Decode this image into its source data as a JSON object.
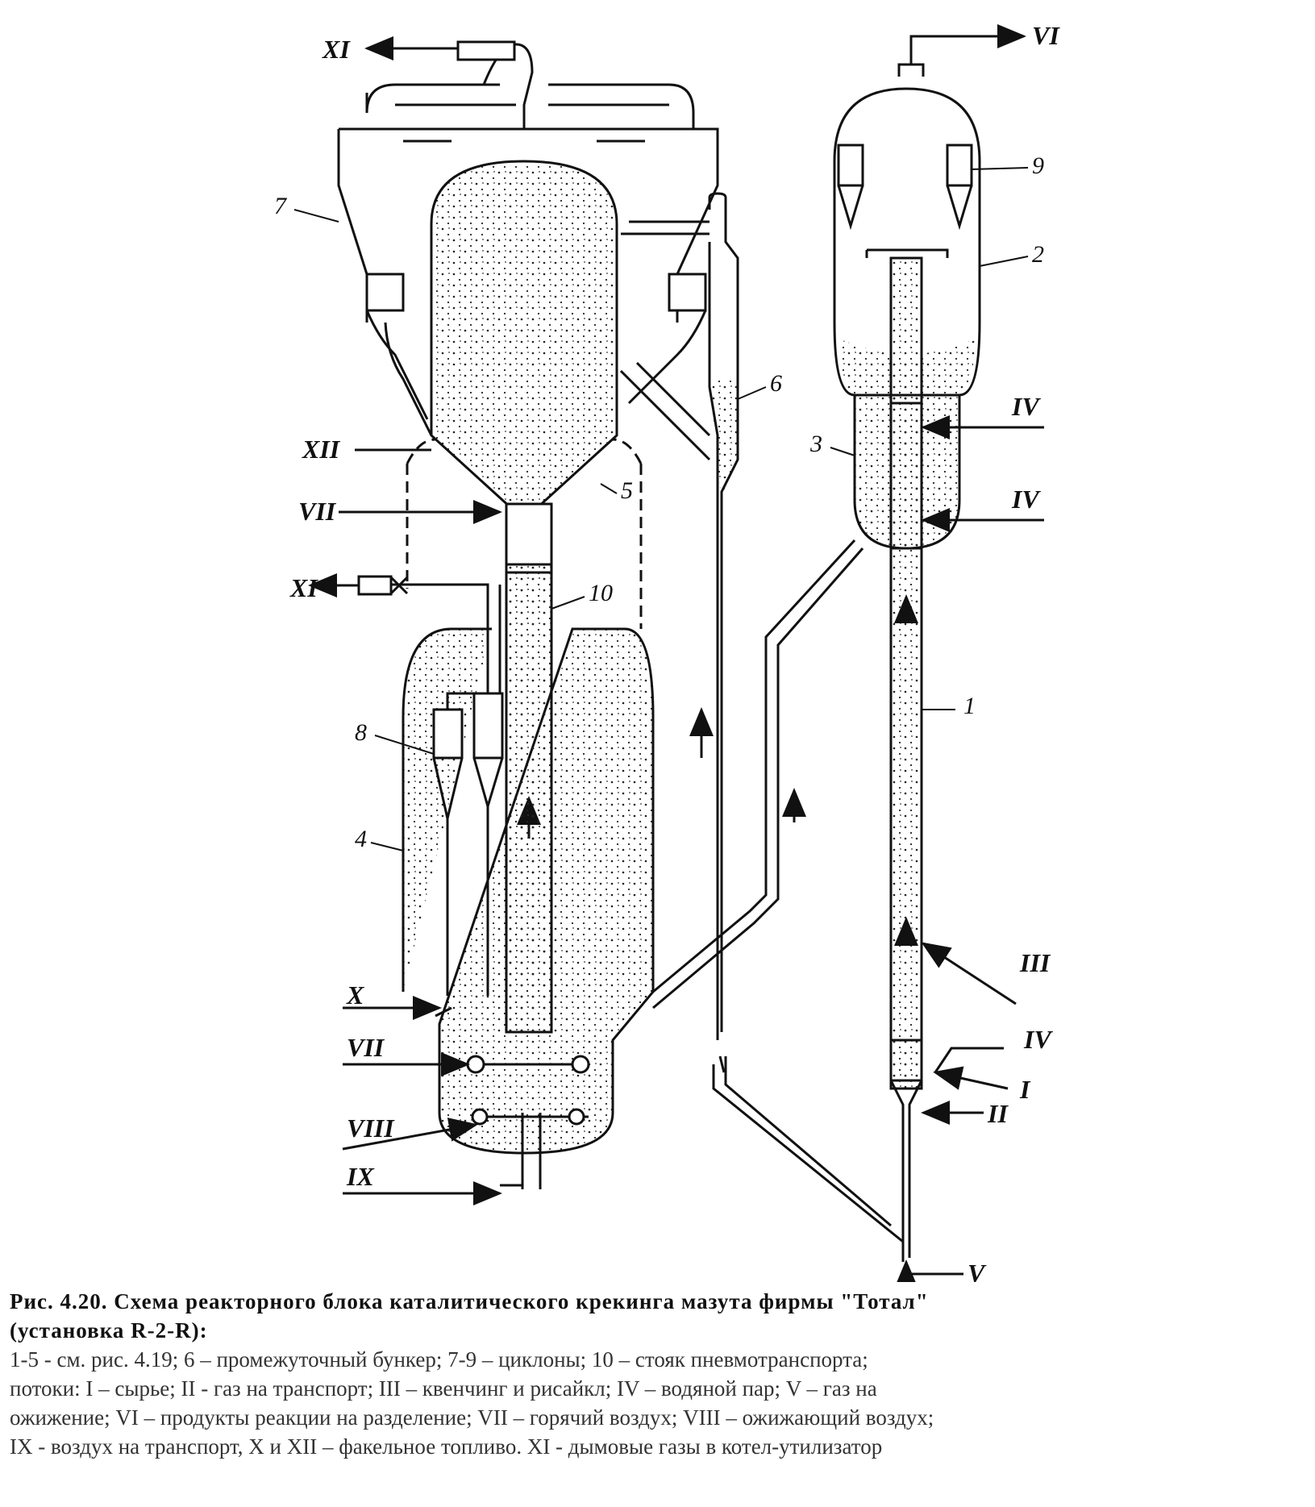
{
  "figure": {
    "labels": {
      "num": [
        "1",
        "2",
        "3",
        "4",
        "5",
        "6",
        "7",
        "8",
        "9",
        "10"
      ],
      "roman": {
        "I": "I",
        "II": "II",
        "III": "III",
        "IV": "IV",
        "V": "V",
        "VI": "VI",
        "VII": "VII",
        "VIII": "VIII",
        "IX": "IX",
        "X": "X",
        "XI": "XI",
        "XII": "XII"
      }
    }
  },
  "caption": {
    "title_line1": "Рис. 4.20. Схема реакторного блока каталитического крекинга мазута фирмы \"Тотал\"",
    "title_line2": "(установка R-2-R):",
    "line1": "1-5 - см. рис. 4.19; 6 – промежуточный бункер; 7-9 – циклоны; 10 – стояк пневмотранспорта;",
    "line2": "потоки: I – сырье; II - газ на транспорт; III – квенчинг и рисайкл; IV – водяной пар; V – газ на",
    "line3": "ожижение; VI – продукты реакции на разделение; VII – горячий воздух; VIII – ожижающий воздух;",
    "line4": "IX - воздух на транспорт, X и XII – факельное топливо. XI - дымовые газы в котел-утилизатор"
  }
}
